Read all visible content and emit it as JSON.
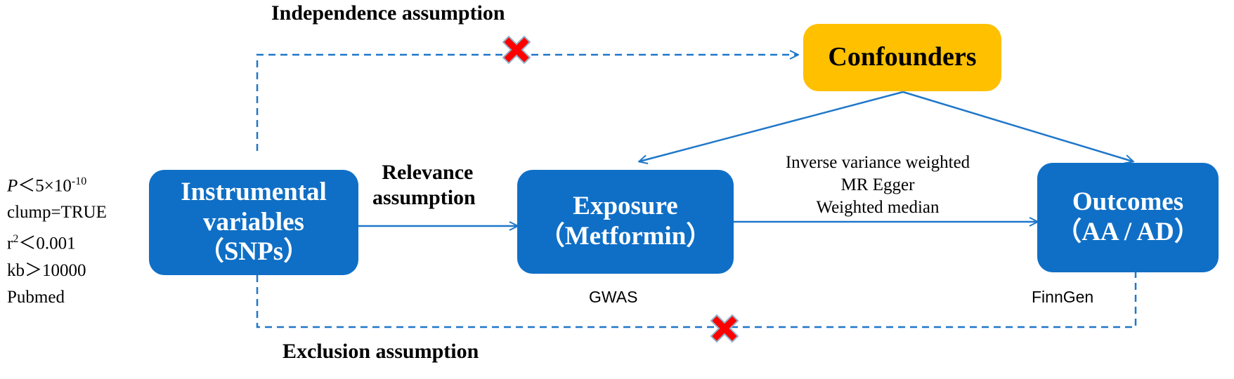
{
  "colors": {
    "box_blue": "#0f6fc6",
    "box_yellow": "#ffc000",
    "arrow_blue": "#1f77c9",
    "cross_red": "#ff0000"
  },
  "assumptions": {
    "independence": "Independence assumption",
    "relevance_line1": "Relevance",
    "relevance_line2": "assumption",
    "exclusion": "Exclusion assumption"
  },
  "boxes": {
    "confounders": {
      "label": "Confounders"
    },
    "instrumental": {
      "line1": "Instrumental",
      "line2": "variables",
      "line3": "（SNPs）"
    },
    "exposure": {
      "line1": "Exposure",
      "line2": "（Metformin）"
    },
    "outcomes": {
      "line1": "Outcomes",
      "line2": "（AA / AD）"
    }
  },
  "criteria": {
    "p_prefix": "P",
    "p_rest": "＜5×10",
    "p_exp": "-10",
    "clump": "clump=TRUE",
    "r2_base": "r",
    "r2_sup": "2",
    "r2_rest": "＜0.001",
    "kb": "kb＞10000",
    "source": "Pubmed"
  },
  "methods": [
    "Inverse variance weighted",
    "MR Egger",
    "Weighted median"
  ],
  "sources": {
    "exposure": "GWAS",
    "outcome": "FinnGen"
  },
  "icons": {
    "cross_top": "red-cross-icon",
    "cross_bottom": "red-cross-icon"
  }
}
